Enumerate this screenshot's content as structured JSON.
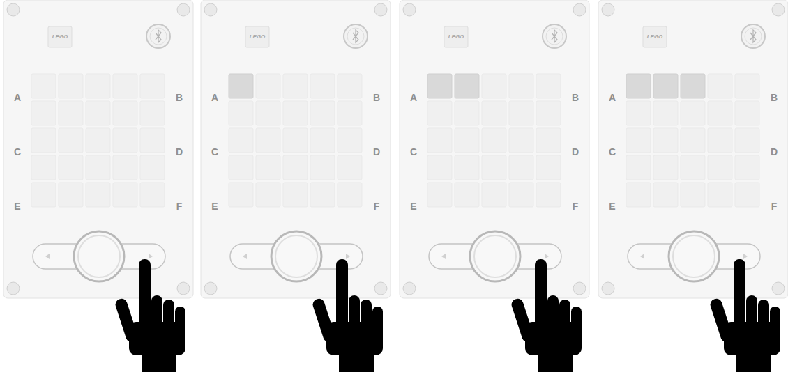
{
  "diagram": {
    "labels": [
      "LEGO",
      "A",
      "B",
      "C",
      "D",
      "E",
      "F",
      "LEGO",
      "A",
      "B",
      "C",
      "D",
      "E",
      "F",
      "LEGO",
      "A",
      "B",
      "C",
      "D",
      "E",
      "F",
      "LEGO",
      "A",
      "B",
      "C",
      "D",
      "E",
      "F"
    ]
  }
}
